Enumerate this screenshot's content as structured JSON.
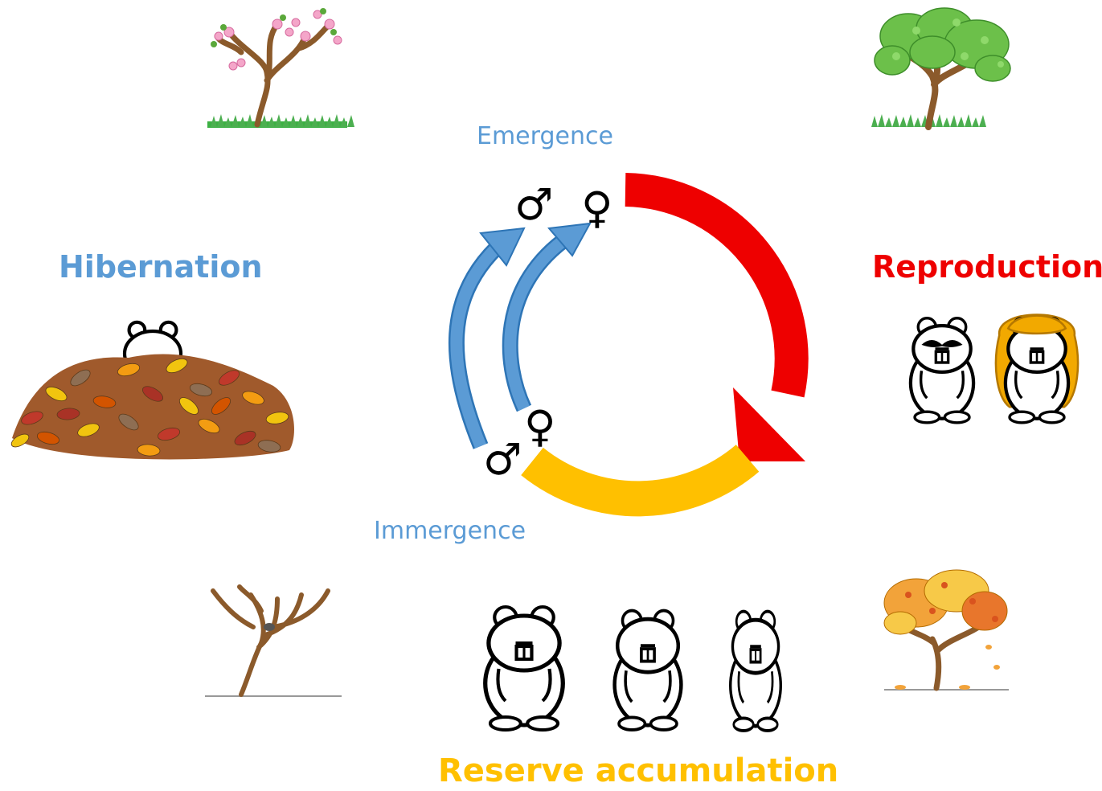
{
  "labels": {
    "hibernation": "Hibernation",
    "reproduction": "Reproduction",
    "reserve_accumulation": "Reserve accumulation",
    "emergence": "Emergence",
    "immergence": "Immergence"
  },
  "symbols": {
    "male": "♂",
    "female": "♀"
  },
  "colors": {
    "hibernation": "#5b9bd5",
    "reproduction": "#ee0000",
    "reserve_accumulation": "#ffc000",
    "emergence": "#5b9bd5",
    "immergence": "#5b9bd5"
  },
  "icons": {
    "spring": "flowering-tree-icon",
    "summer": "green-tree-icon",
    "autumn": "autumn-tree-icon",
    "winter": "bare-tree-icon",
    "hibernation": "marmot-in-leaf-pile-icon",
    "reproduction": [
      "male-marmot-mustache-icon",
      "female-marmot-hair-icon"
    ],
    "reserve_accumulation": [
      "fat-marmot-icon",
      "medium-marmot-icon",
      "thin-marmot-icon"
    ]
  }
}
